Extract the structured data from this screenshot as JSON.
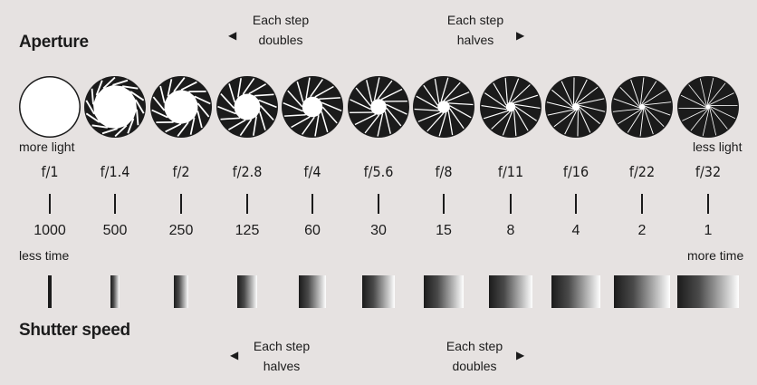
{
  "aperture": {
    "title": "Aperture",
    "left_note": {
      "line1": "Each step",
      "line2": "doubles"
    },
    "right_note": {
      "line1": "Each step",
      "line2": "halves"
    },
    "more_label": "more light",
    "less_label": "less light",
    "f_stops": [
      "f/1",
      "f/1.4",
      "f/2",
      "f/2.8",
      "f/4",
      "f/5.6",
      "f/8",
      "f/11",
      "f/16",
      "f/22",
      "f/32"
    ]
  },
  "shutter": {
    "title": "Shutter speed",
    "left_note": {
      "line1": "Each step",
      "line2": "halves"
    },
    "right_note": {
      "line1": "Each step",
      "line2": "doubles"
    },
    "less_label": "less time",
    "more_label": "more time",
    "speeds": [
      "1000",
      "500",
      "250",
      "125",
      "60",
      "30",
      "15",
      "8",
      "4",
      "2",
      "1"
    ]
  },
  "icons": {
    "left_arrow": "triangle-left-icon",
    "right_arrow": "triangle-right-icon"
  },
  "colors": {
    "background": "#e6e2e1",
    "ink": "#1b1b1b",
    "light": "#ffffff"
  }
}
